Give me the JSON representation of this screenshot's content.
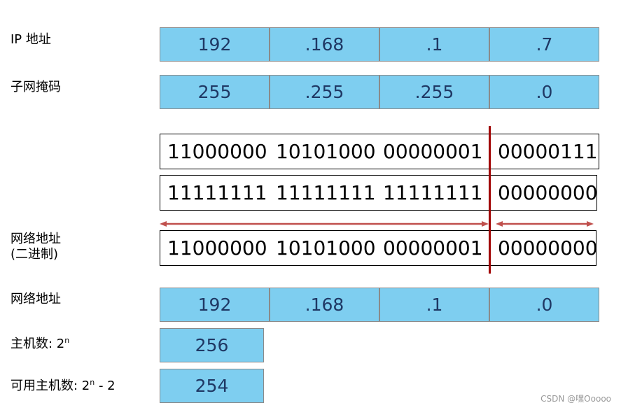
{
  "labels": {
    "ip": "IP 地址",
    "mask": "子网掩码",
    "net_bin_1": "网络地址",
    "net_bin_2": "(二进制)",
    "net": "网络地址",
    "hosts": "主机数: 2",
    "hosts_sup": "n",
    "usable": "可用主机数: 2",
    "usable_sup": "n",
    "usable_tail": " - 2"
  },
  "ip": [
    "192",
    ".168",
    ".1",
    ".7"
  ],
  "mask": [
    "255",
    ".255",
    ".255",
    ".0"
  ],
  "ip_bin": [
    "11000000",
    "10101000",
    "00000001",
    "00000111"
  ],
  "mask_bin": [
    "11111111",
    "11111111",
    "11111111",
    "00000000"
  ],
  "net_bin": [
    "11000000",
    "10101000",
    "00000001",
    "00000000"
  ],
  "net": [
    "192",
    ".168",
    ".1",
    ".0"
  ],
  "hosts": "256",
  "usable": "254",
  "watermark": "CSDN @嘿Ooooo",
  "colors": {
    "cell": "#7ecef0",
    "cell_text": "#1f3864",
    "divider": "#a00000",
    "arrow": "#c0504d"
  }
}
